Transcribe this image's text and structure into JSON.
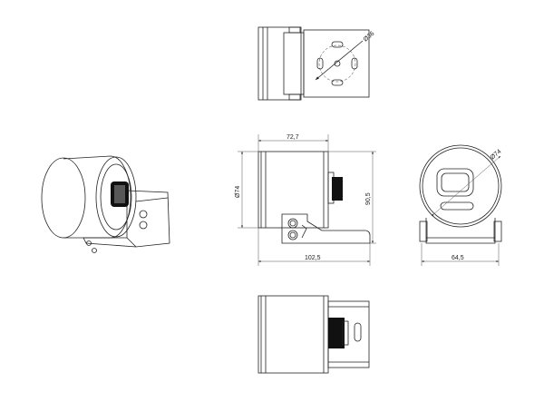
{
  "drawing": {
    "top_view": {
      "diameter_label": "Ø36"
    },
    "front_view": {
      "width_label": "72,7",
      "diameter_label": "Ø74",
      "height_label": "90,5",
      "length_label": "102,5"
    },
    "side_view": {
      "diameter_label": "Ø74",
      "width_label": "64,5"
    }
  }
}
